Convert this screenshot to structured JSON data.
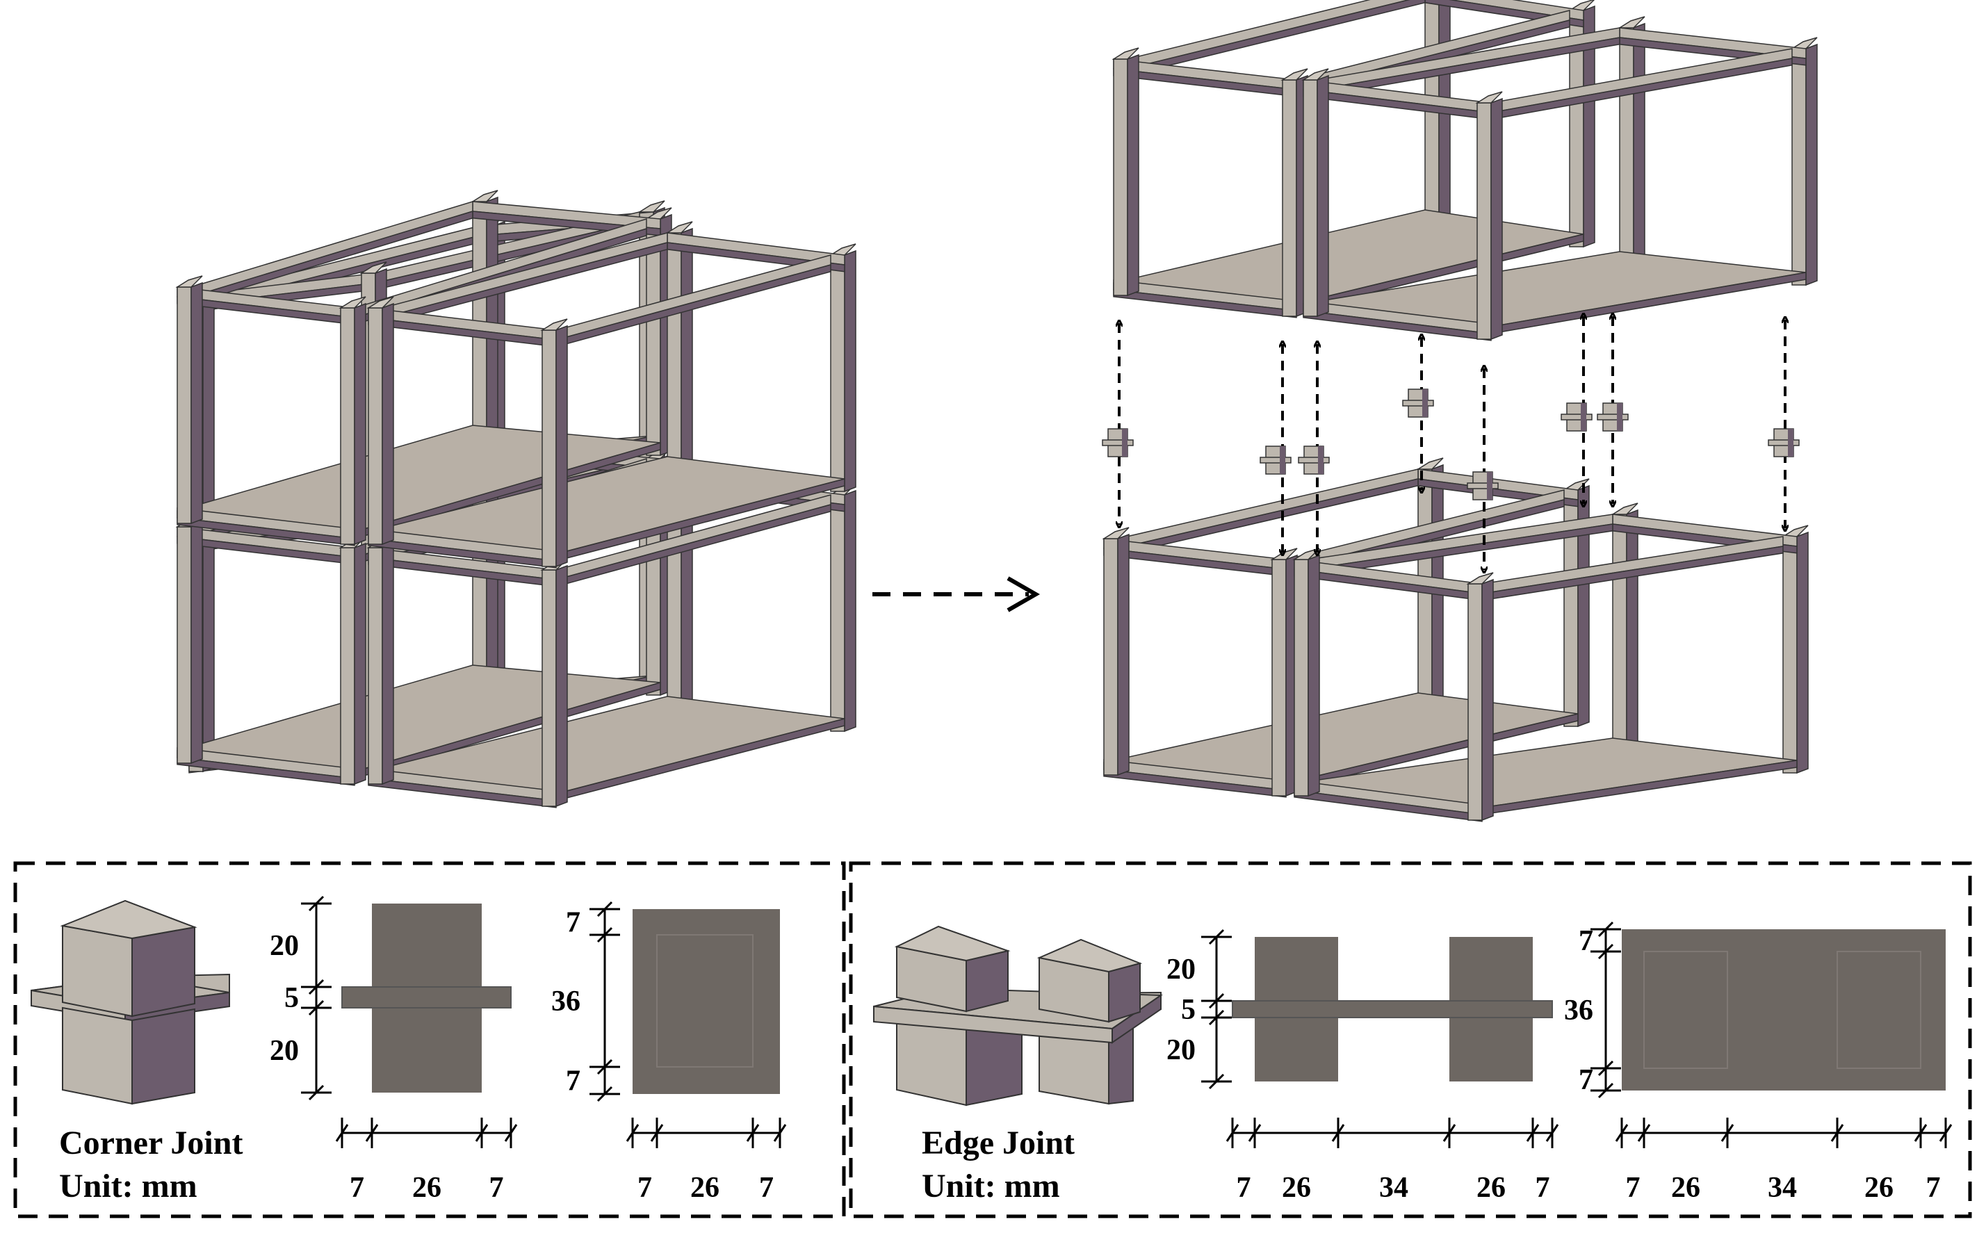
{
  "colors": {
    "beam_light": "#bcb6ad",
    "beam_dark": "#6b5a6b",
    "slab_top": "#b8b0a6",
    "slab_edge": "#8e8580",
    "joint_face": "#6d6762",
    "joint_light": "#bdb7ae",
    "joint_dark": "#6c5c6d",
    "outline": "#333333"
  },
  "icons": {
    "transition_arrow": "dashed-right-arrow",
    "connector_arrow": "dashed-double-vertical-arrow"
  },
  "corner_joint": {
    "title": "Corner Joint",
    "unit": "Unit: mm",
    "front_view": {
      "vertical_dims": [
        "20",
        "5",
        "20"
      ],
      "horizontal_dims": [
        "7",
        "26",
        "7"
      ]
    },
    "top_view": {
      "vertical_dims": [
        "7",
        "36",
        "7"
      ],
      "horizontal_dims": [
        "7",
        "26",
        "7"
      ]
    }
  },
  "edge_joint": {
    "title": "Edge Joint",
    "unit": "Unit: mm",
    "front_view": {
      "vertical_dims": [
        "20",
        "5",
        "20"
      ],
      "horizontal_dims": [
        "7",
        "26",
        "34",
        "26",
        "7"
      ]
    },
    "top_view": {
      "vertical_dims": [
        "7",
        "36",
        "7"
      ],
      "horizontal_dims": [
        "7",
        "26",
        "34",
        "26",
        "7"
      ]
    }
  }
}
